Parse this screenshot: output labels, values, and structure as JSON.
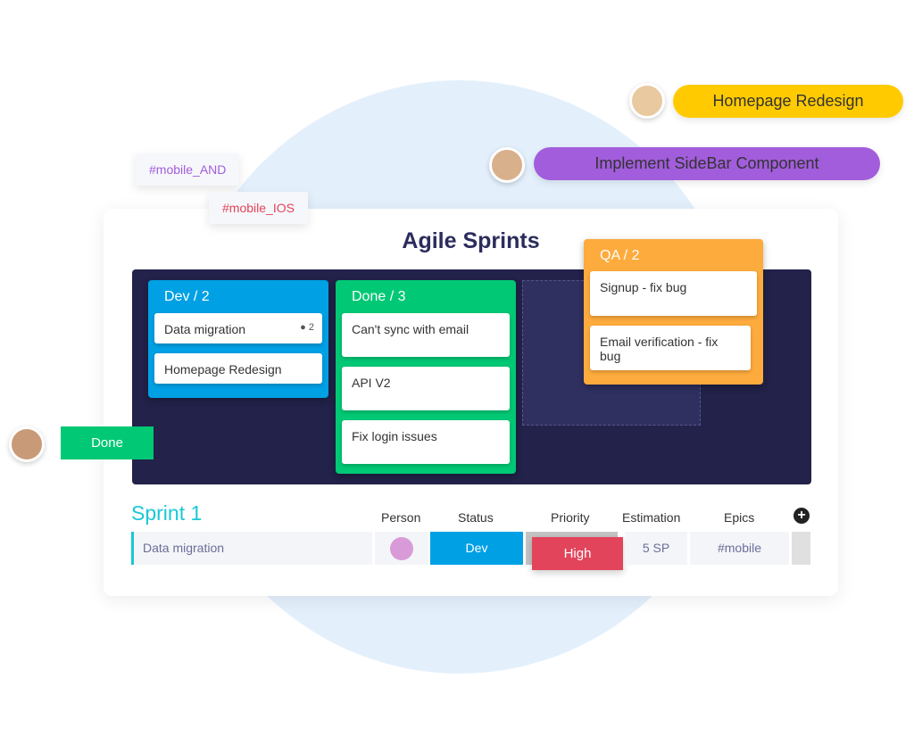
{
  "floating": {
    "pill_yellow": "Homepage Redesign",
    "pill_purple": "Implement SideBar Component",
    "tag_and": "#mobile_AND",
    "tag_ios": "#mobile_IOS",
    "done_badge": "Done"
  },
  "board": {
    "title": "Agile Sprints",
    "dev": {
      "header": "Dev / 2",
      "cards": [
        "Data migration",
        "Homepage Redesign"
      ],
      "comment_count": "2"
    },
    "done": {
      "header": "Done / 3",
      "cards": [
        "Can't sync with email",
        "API V2",
        "Fix login issues"
      ]
    },
    "qa": {
      "header": "QA / 2",
      "cards": [
        "Signup - fix bug",
        "Email verification - fix bug"
      ]
    }
  },
  "table": {
    "group": "Sprint 1",
    "headers": [
      "Person",
      "Status",
      "Priority",
      "Estimation",
      "Epics"
    ],
    "row": {
      "name": "Data migration",
      "status": "Dev",
      "priority": "High",
      "estimation": "5 SP",
      "epic": "#mobile"
    }
  },
  "colors": {
    "dev": "#00a0e4",
    "done": "#00c875",
    "qa": "#fdab3d",
    "high": "#e2445c",
    "yellow": "#ffcb00",
    "purple": "#a25ddc"
  }
}
